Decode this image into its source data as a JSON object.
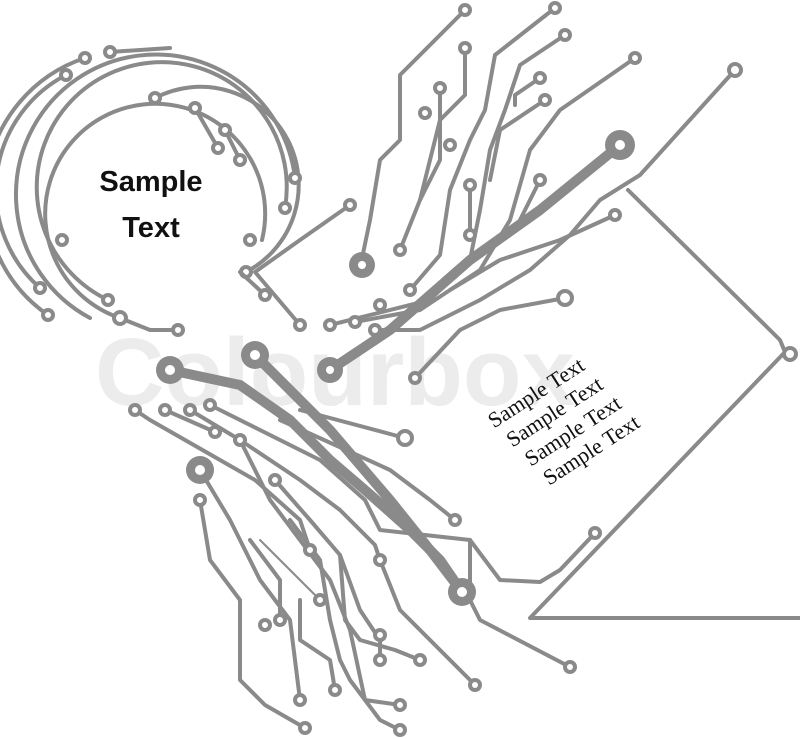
{
  "title_lines": [
    "Sample",
    "Text"
  ],
  "body_lines": [
    "Sample Text",
    "Sample Text",
    "Sample Text",
    "Sample Text"
  ],
  "watermark": "Colourbox",
  "colors": {
    "trace": "#8a8a8a",
    "text": "#111111",
    "background": "#ffffff",
    "watermark": "#ececec"
  }
}
